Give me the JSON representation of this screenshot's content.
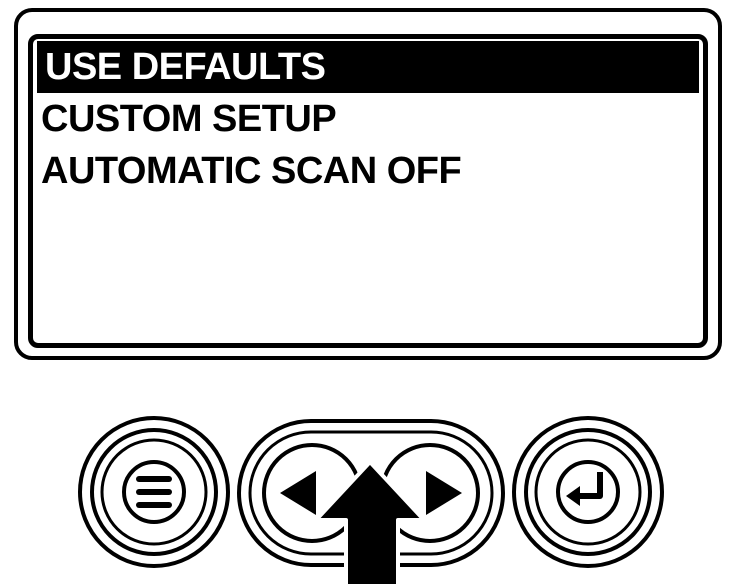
{
  "screen": {
    "menu_items": [
      {
        "label": "USE DEFAULTS",
        "selected": true
      },
      {
        "label": "CUSTOM SETUP",
        "selected": false
      },
      {
        "label": "AUTOMATIC SCAN OFF",
        "selected": false
      }
    ]
  },
  "keypad": {
    "menu_icon": "menu-lines-icon",
    "left_icon": "arrow-left-icon",
    "right_icon": "arrow-right-icon",
    "enter_icon": "enter-return-icon"
  },
  "colors": {
    "foreground": "#000000",
    "background": "#ffffff"
  }
}
